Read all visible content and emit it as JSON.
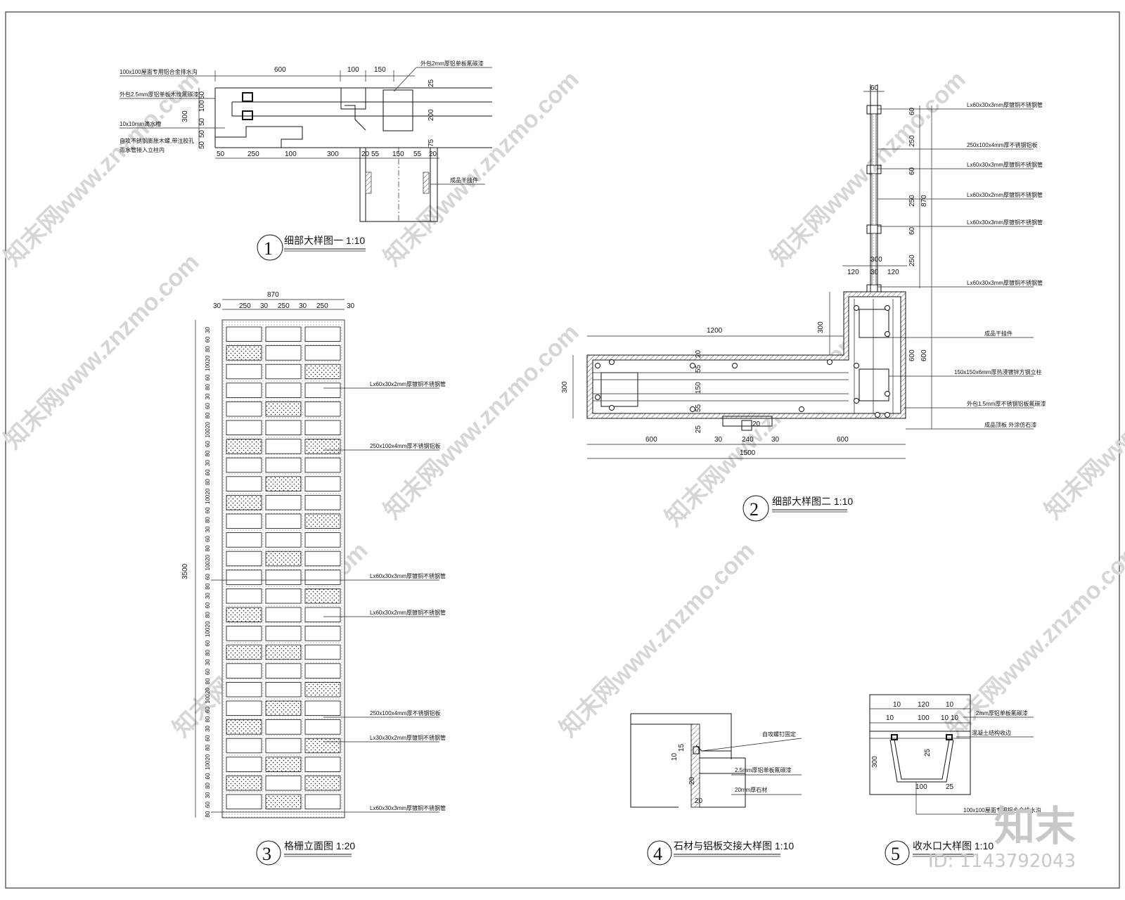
{
  "details": [
    {
      "num": "1",
      "title": "细部大样图一  1:10"
    },
    {
      "num": "2",
      "title": "细部大样图二  1:10"
    },
    {
      "num": "3",
      "title": "格栅立面图  1:20"
    },
    {
      "num": "4",
      "title": "石材与铝板交接大样图  1:10"
    },
    {
      "num": "5",
      "title": "收水口大样图  1:10"
    }
  ],
  "d1": {
    "dims_top": [
      "600",
      "100",
      "150"
    ],
    "dims_bottom": [
      "50",
      "250",
      "100",
      "300",
      "20",
      "55",
      "150",
      "55",
      "20"
    ],
    "dims_left": [
      "50",
      "100",
      "50",
      "300",
      "50",
      "50"
    ],
    "dims_right": [
      "25",
      "200",
      "75"
    ],
    "labels": [
      "100x100屋面专用铝合金排水沟",
      "外包2.5mm厚铝单板木纹氟碳漆",
      "10x10mm滴水槽",
      "自攻不锈钢膨胀木螺,带注胶孔",
      "雨水管接入立柱内",
      "外包2mm厚铝单板氟碳漆",
      "成品干挂件"
    ]
  },
  "d2": {
    "dims_top": [
      "60",
      "300",
      "120",
      "30",
      "120",
      "1200",
      "300",
      "20",
      "55",
      "150",
      "55",
      "25"
    ],
    "dims_right": [
      "60",
      "250",
      "870",
      "60",
      "250",
      "60",
      "250",
      "600",
      "600"
    ],
    "dims_bottom": [
      "600",
      "30",
      "240",
      "30",
      "600",
      "1500",
      "20"
    ],
    "dims_left": [
      "300"
    ],
    "labels": [
      "Lx60x30x3mm厚镀铜不锈钢管",
      "250x100x4mm厚不锈钢铝板",
      "Lx60x30x3mm厚镀铜不锈钢管",
      "Lx60x30x2mm厚镀铜不锈钢管",
      "Lx60x30x3mm厚镀铜不锈钢管",
      "Lx60x30x3mm厚镀铜不锈钢管",
      "成品干挂件",
      "150x150x6mm厚热浸镀锌方钢立柱",
      "外包1.5mm厚不锈钢铝板氟碳漆",
      "成品顶板   外涂仿石漆"
    ]
  },
  "d3": {
    "width_total": "870",
    "width_dims": [
      "30",
      "250",
      "30",
      "250",
      "30",
      "250",
      "30"
    ],
    "height_total": "3500",
    "row_dims": [
      "30",
      "60",
      "80",
      "20",
      "100",
      "60",
      "80"
    ],
    "labels": [
      "Lx60x30x2mm厚镀铜不锈钢管",
      "250x100x4mm厚不锈钢铝板",
      "Lx60x30x3mm厚镀铜不锈钢管",
      "Lx60x30x2mm厚镀铜不锈钢管",
      "250x100x4mm厚不锈钢铝板",
      "Lx30x30x2mm厚镀铜不锈钢管",
      "Lx60x30x3mm厚镀铜不锈钢管"
    ]
  },
  "d4": {
    "dims": [
      "10",
      "15",
      "20",
      "20"
    ],
    "labels": [
      "自攻螺钉固定",
      "2.5mm厚铝单板氟碳漆",
      "20mm厚石材"
    ]
  },
  "d5": {
    "dims_top": [
      "10",
      "120",
      "10",
      "10",
      "100",
      "10",
      "10"
    ],
    "dims_mid": [
      "25",
      "300",
      "100",
      "25"
    ],
    "labels": [
      "2mm厚铝单板氟碳漆",
      "混凝土结构收边",
      "100x100屋面专用铝合金排水沟"
    ]
  },
  "watermark": "知末网www.znzmo.com",
  "brand": {
    "logo": "知末",
    "id": "ID: 1143792043"
  }
}
